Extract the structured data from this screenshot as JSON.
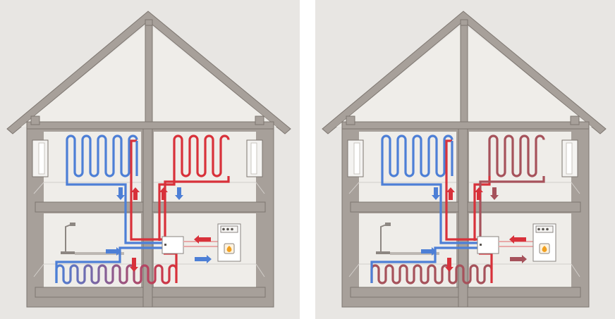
{
  "panels": [
    {
      "id": "left",
      "upper_right_loop": "hot",
      "return_arrow_right_upper": "cold",
      "floor_loop": "mixed",
      "boiler_return_arrow": "cold"
    },
    {
      "id": "right",
      "upper_right_loop": "warm",
      "return_arrow_right_upper": "warm",
      "floor_loop": "warm",
      "boiler_return_arrow": "warm"
    }
  ],
  "colors": {
    "background": "#e8e6e3",
    "wall": "#a7a09a",
    "wall_edge": "#7d7670",
    "interior": "#efede9",
    "roof_interior": "#efede9",
    "hot": "#d8313a",
    "cold": "#4d7fd6",
    "warm": "#a6525b",
    "mixed_start": "#4d7fd6",
    "mixed_end": "#d8313a",
    "device": "#ffffff",
    "device_edge": "#8a8480",
    "flame": "#f0a020"
  }
}
